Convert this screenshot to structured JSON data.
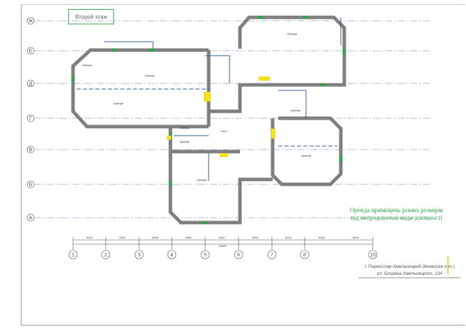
{
  "plan_title": "Второй этаж",
  "rent_note": {
    "line1": "Оренда приміщень різних розмірів",
    "line2": "під непродовольчі види діяльності"
  },
  "address": {
    "line1": "г. Переяслав-Хмельницкий (Киевская обл.)",
    "line2": "ул. Богдана Хмельницкого, 134"
  },
  "row_axes": [
    "Ж",
    "Е",
    "Д",
    "Г",
    "В",
    "Б",
    "А"
  ],
  "column_axes": [
    "1",
    "2",
    "3",
    "4",
    "5",
    "6",
    "7",
    "8",
    "10"
  ],
  "column_spans": [
    "6000",
    "6000",
    "6000",
    "6000",
    "6000",
    "6000",
    "6000",
    "6000",
    "6000"
  ],
  "total_span": "54000",
  "rooms": [
    "Аренда",
    "Аренда",
    "Аренда",
    "Аренда",
    "Аренда",
    "Аренда",
    "Аренда",
    "Аренда",
    "Холл",
    "Аренда"
  ],
  "colors": {
    "accent": "#3fae5a",
    "walls": "#7f7f7f",
    "highlight": "#f2e21c"
  }
}
